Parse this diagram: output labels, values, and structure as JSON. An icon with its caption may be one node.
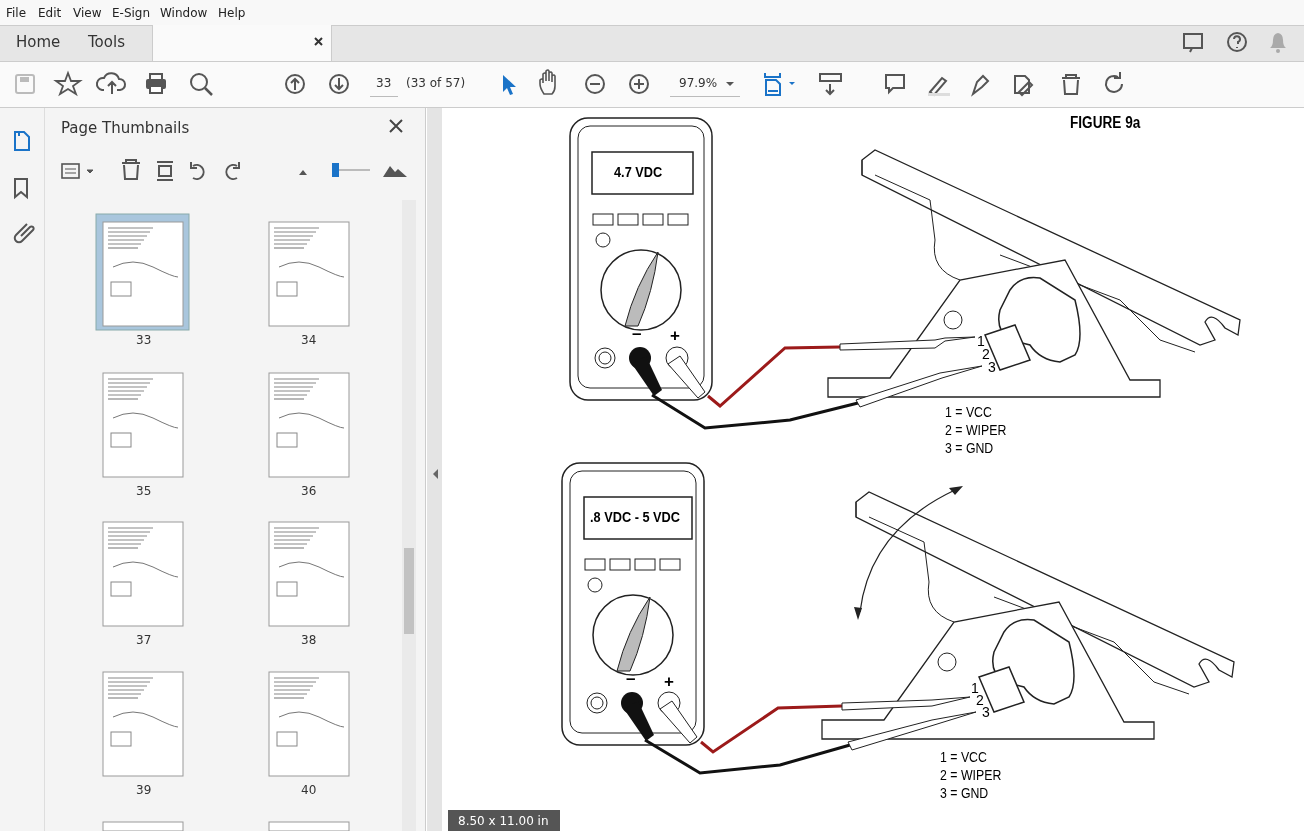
{
  "diagram": {
    "title": "FIGURE 9a",
    "labels": [
      "File",
      "Edit",
      "View",
      "E-Sign",
      "Window",
      "Help",
      "Home",
      "Tools",
      "33",
      "(33 of 57)",
      "97.9%",
      "Page Thumbnails",
      "33",
      "34",
      "35",
      "36",
      "37",
      "38",
      "39",
      "40",
      "4.7 VDC",
      "–",
      "+",
      "1",
      "2",
      "3",
      "1 = VCC",
      "2 = WIPER",
      "3 = GND",
      ".8 VDC - 5 VDC",
      "–",
      "+",
      "1",
      "2",
      "3",
      "1 = VCC",
      "2 = WIPER",
      "3 = GND",
      "8.50 x 11.00 in"
    ]
  }
}
